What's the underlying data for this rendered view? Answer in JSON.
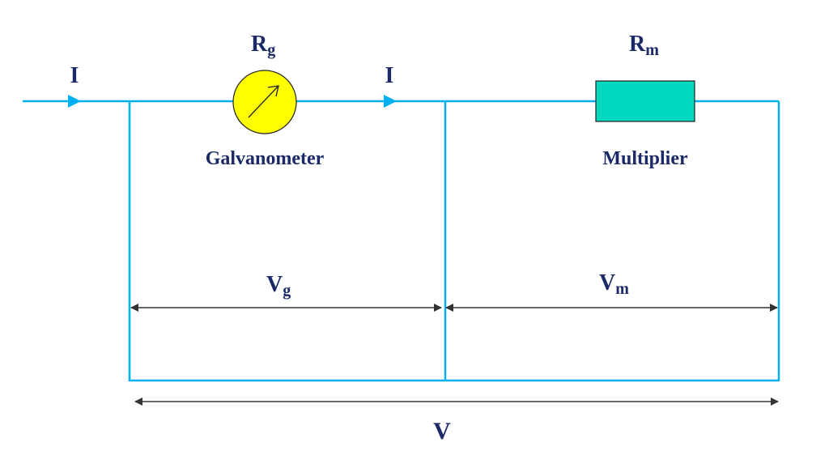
{
  "labels": {
    "current_in": "I",
    "current_mid": "I",
    "rg_main": "R",
    "rg_sub": "g",
    "rm_main": "R",
    "rm_sub": "m",
    "galvanometer": "Galvanometer",
    "multiplier": "Multiplier",
    "vg_main": "V",
    "vg_sub": "g",
    "vm_main": "V",
    "vm_sub": "m",
    "v_total": "V"
  },
  "colors": {
    "wire": "#00b0f0",
    "galvanometer_fill": "#ffff00",
    "resistor_fill": "#00d8c0",
    "text": "#1b2a66",
    "dimension_arrow": "#333333"
  }
}
